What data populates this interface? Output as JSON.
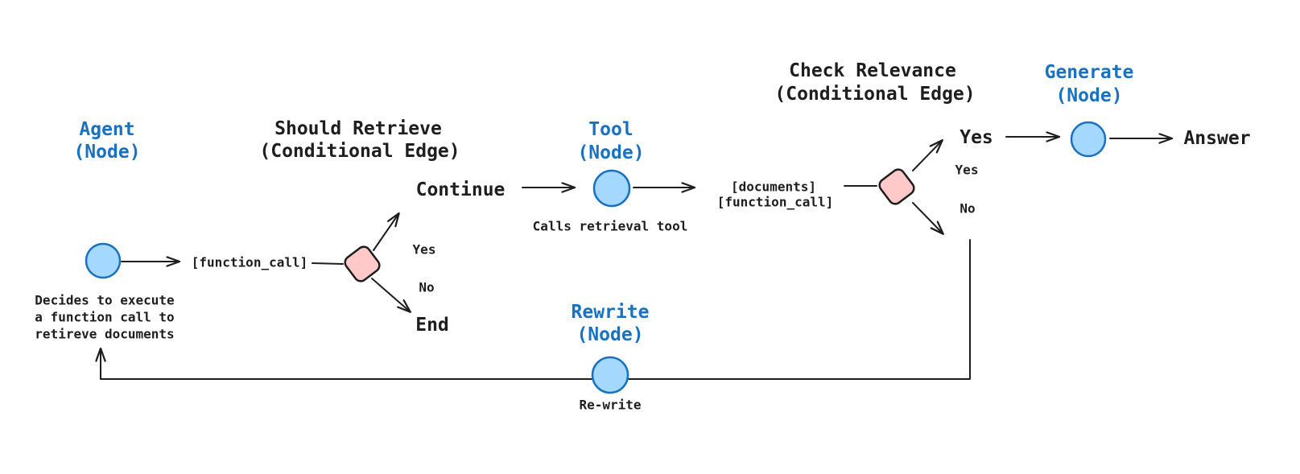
{
  "diagram": {
    "colors": {
      "background": "#ffffff",
      "text_dark": "#1e1e1e",
      "label_blue": "#1971c2",
      "node_fill": "#a5d8ff",
      "node_stroke": "#1971c2",
      "diamond_fill": "#ffc9c9",
      "diamond_stroke": "#1e1e1e",
      "line": "#1e1e1e"
    },
    "agent": {
      "title": "Agent",
      "type": "(Node)",
      "desc_line1": "Decides to execute",
      "desc_line2": "a function call to",
      "desc_line3": "retireve documents",
      "output": "[function_call]"
    },
    "should_retrieve": {
      "title": "Should Retrieve",
      "type": "(Conditional Edge)",
      "yes_label": "Yes",
      "no_label": "No",
      "yes_result": "Continue",
      "no_result": "End"
    },
    "tool": {
      "title": "Tool",
      "type": "(Node)",
      "desc": "Calls retrieval tool",
      "output_line1": "[documents]",
      "output_line2": "[function_call]"
    },
    "check_relevance": {
      "title": "Check Relevance",
      "type": "(Conditional Edge)",
      "yes_label": "Yes",
      "no_label": "No",
      "yes_result": "Yes"
    },
    "generate": {
      "title": "Generate",
      "type": "(Node)",
      "output": "Answer"
    },
    "rewrite": {
      "title": "Rewrite",
      "type": "(Node)",
      "desc": "Re-write"
    }
  }
}
